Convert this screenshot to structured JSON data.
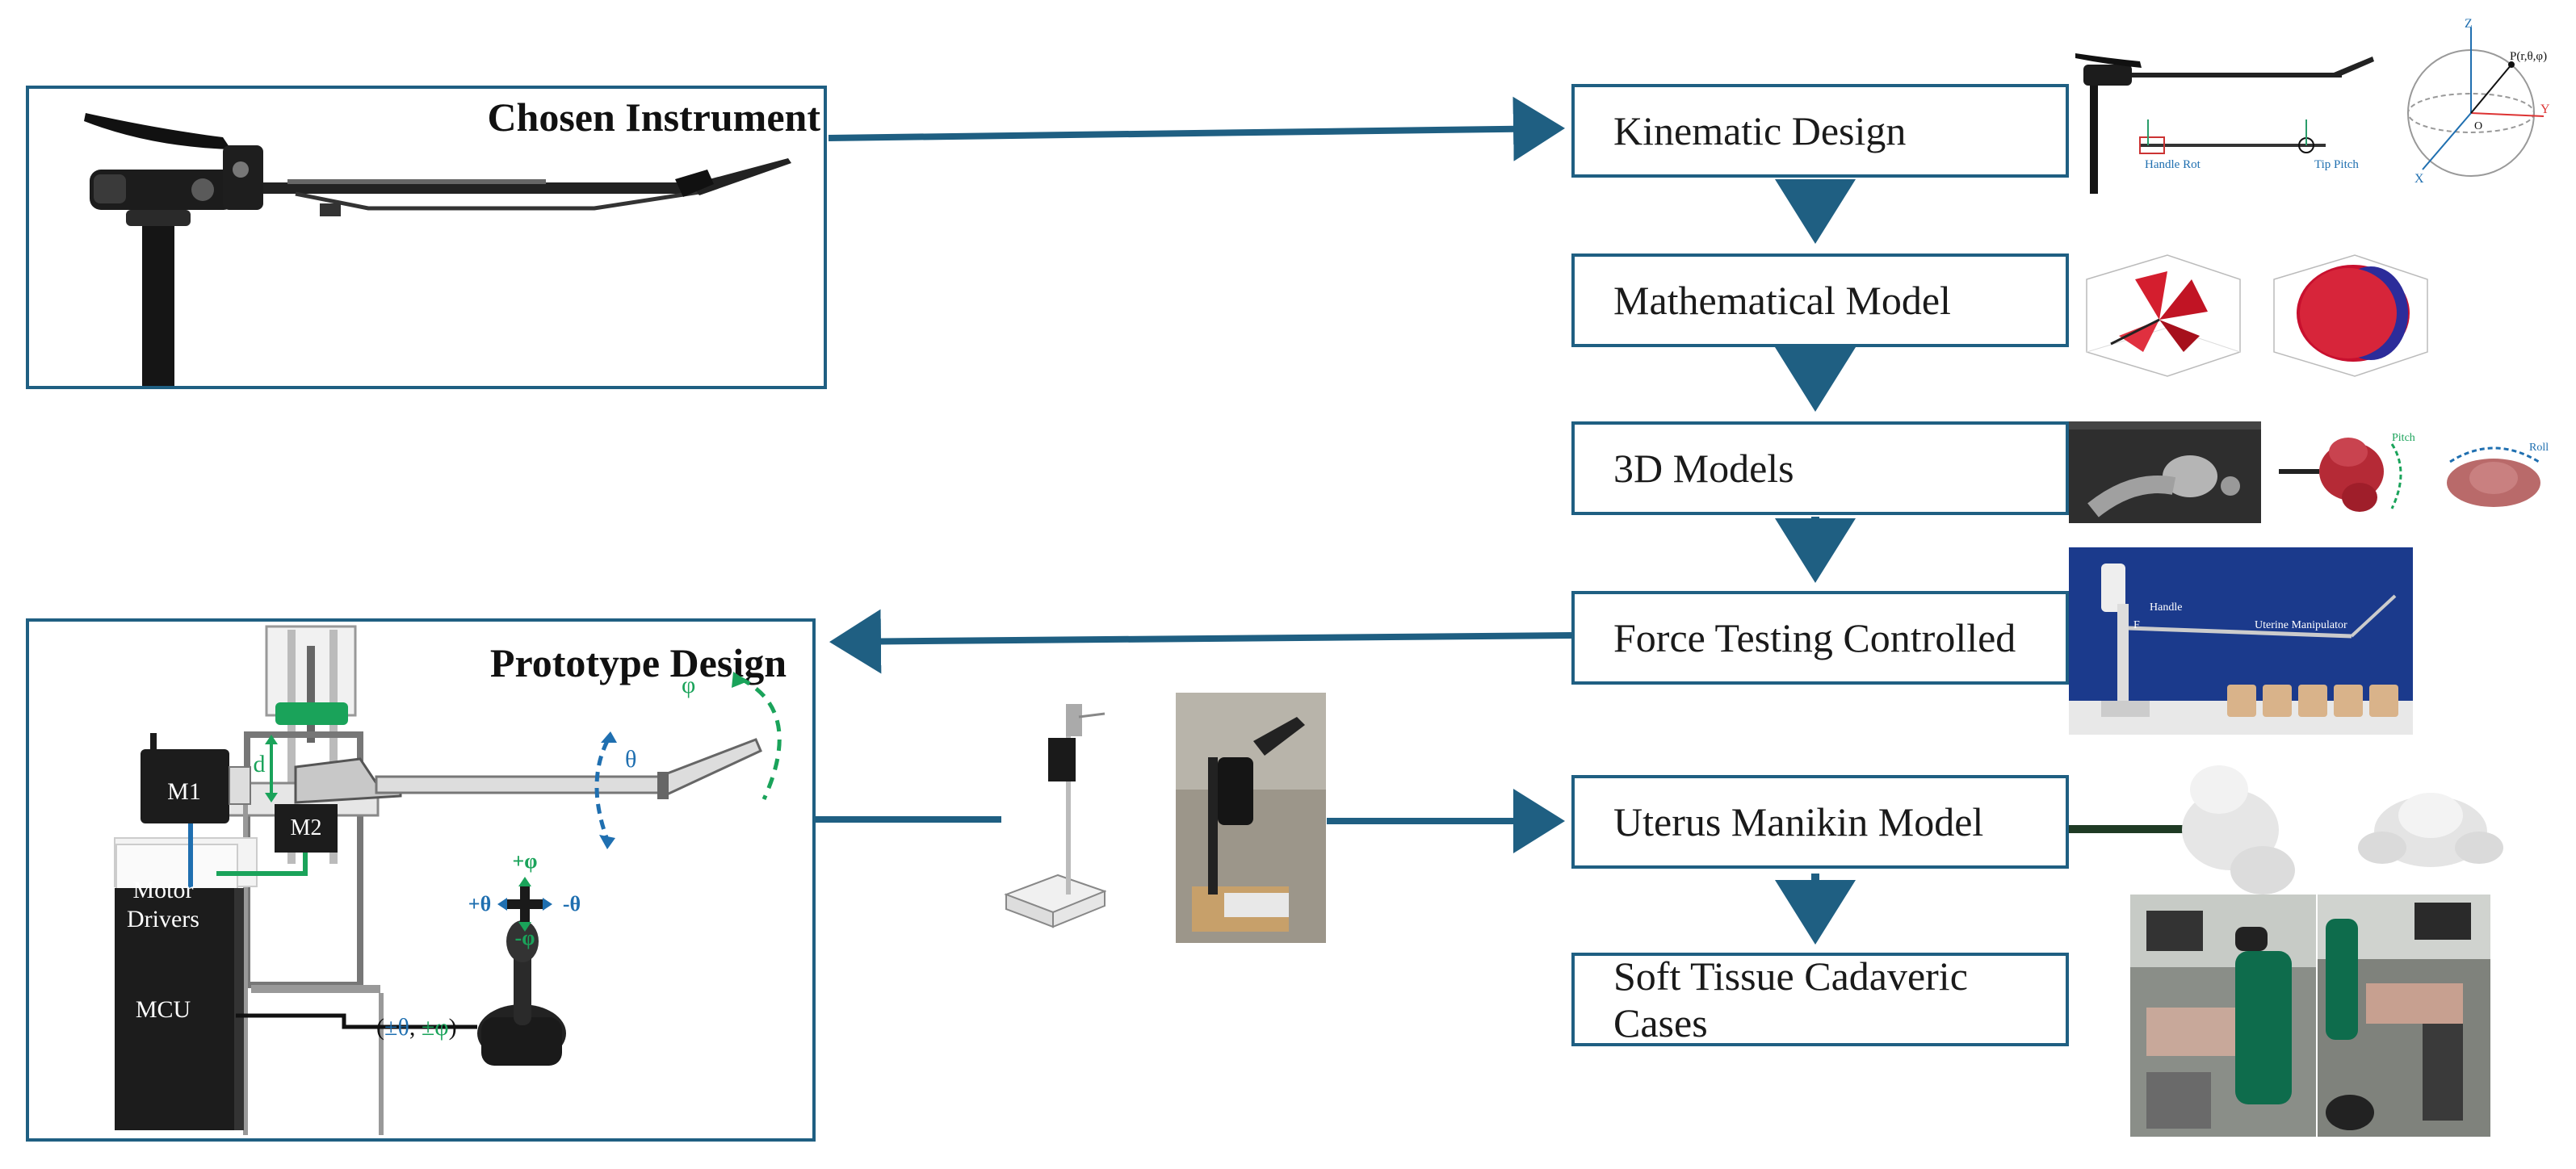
{
  "chosen_instrument": {
    "title": "Chosen Instrument"
  },
  "prototype_design": {
    "title": "Prototype Design",
    "labels": {
      "m1": "M1",
      "m2": "M2",
      "motor_drivers_line1": "Motor",
      "motor_drivers_line2": "Drivers",
      "mcu": "MCU",
      "d": "d",
      "theta": "θ",
      "phi": "φ",
      "plus_phi": "+φ",
      "minus_phi": "-φ",
      "plus_theta": "+θ",
      "minus_theta": "-θ",
      "joystick_open": "(",
      "joystick_theta": "±θ",
      "joystick_comma": ", ",
      "joystick_phi": "±φ",
      "joystick_close": ")"
    }
  },
  "steps": [
    {
      "label": "Kinematic Design"
    },
    {
      "label": "Mathematical Model"
    },
    {
      "label": "3D Models"
    },
    {
      "label": "Force Testing Controlled"
    },
    {
      "label": "Uterus Manikin Model"
    },
    {
      "label": "Soft Tissue Cadaveric Cases"
    }
  ],
  "kinematic_labels": {
    "handle_rot": "Handle Rot",
    "tip_pitch": "Tip Pitch",
    "sphere_point": "P(r,θ,φ)",
    "z": "Z",
    "x": "X",
    "y": "Y",
    "o": "O"
  },
  "model_labels": {
    "pitch": "Pitch",
    "roll": "Roll"
  },
  "force_labels": {
    "handle": "Handle",
    "uterine_manipulator": "Uterine Manipulator",
    "f": "F"
  },
  "colors": {
    "frame": "#1f5f82",
    "arrow": "#1f5f82",
    "green": "#1aa35a",
    "blue": "#1f6fb0",
    "teal": "#14a3a0"
  }
}
